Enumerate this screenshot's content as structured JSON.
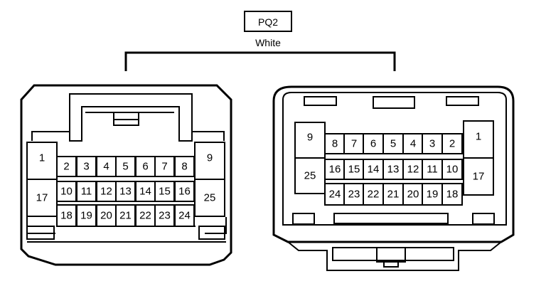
{
  "connector": {
    "id": "PQ2",
    "color": "White"
  },
  "left_connector": {
    "pins": [
      {
        "n": "1"
      },
      {
        "n": "17"
      },
      {
        "n": "9"
      },
      {
        "n": "25"
      },
      {
        "n": "2"
      },
      {
        "n": "3"
      },
      {
        "n": "4"
      },
      {
        "n": "5"
      },
      {
        "n": "6"
      },
      {
        "n": "7"
      },
      {
        "n": "8"
      },
      {
        "n": "10"
      },
      {
        "n": "11"
      },
      {
        "n": "12"
      },
      {
        "n": "13"
      },
      {
        "n": "14"
      },
      {
        "n": "15"
      },
      {
        "n": "16"
      },
      {
        "n": "18"
      },
      {
        "n": "19"
      },
      {
        "n": "20"
      },
      {
        "n": "21"
      },
      {
        "n": "22"
      },
      {
        "n": "23"
      },
      {
        "n": "24"
      }
    ]
  },
  "right_connector": {
    "pins": [
      {
        "n": "9"
      },
      {
        "n": "25"
      },
      {
        "n": "1"
      },
      {
        "n": "17"
      },
      {
        "n": "8"
      },
      {
        "n": "7"
      },
      {
        "n": "6"
      },
      {
        "n": "5"
      },
      {
        "n": "4"
      },
      {
        "n": "3"
      },
      {
        "n": "2"
      },
      {
        "n": "16"
      },
      {
        "n": "15"
      },
      {
        "n": "14"
      },
      {
        "n": "13"
      },
      {
        "n": "12"
      },
      {
        "n": "11"
      },
      {
        "n": "10"
      },
      {
        "n": "24"
      },
      {
        "n": "23"
      },
      {
        "n": "22"
      },
      {
        "n": "21"
      },
      {
        "n": "20"
      },
      {
        "n": "19"
      },
      {
        "n": "18"
      }
    ]
  }
}
